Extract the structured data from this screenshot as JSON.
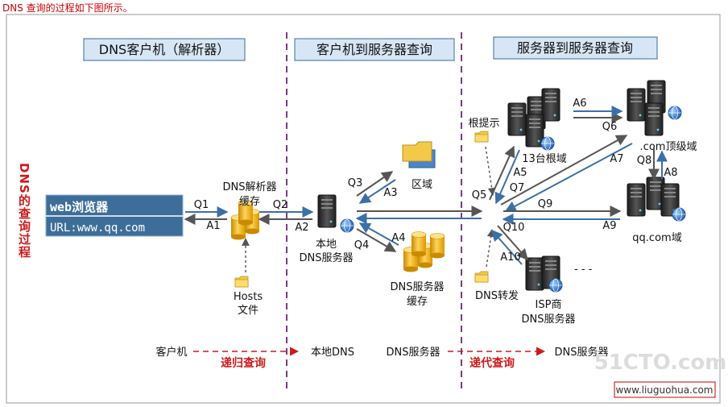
{
  "caption": "DNS 查询的过程如下图所示。",
  "headers": {
    "client": "DNS客户机（解析器）",
    "client_to_server": "客户机到服务器查询",
    "server_to_server": "服务器到服务器查询"
  },
  "side_title": "DNS的查询过程",
  "browser": {
    "title": "web浏览器",
    "url": "URL:www.qq.com"
  },
  "nodes": {
    "resolver_cache_1": "DNS解析器",
    "resolver_cache_2": "缓存",
    "hosts_1": "Hosts",
    "hosts_2": "文件",
    "local_dns_1": "本地",
    "local_dns_2": "DNS服务器",
    "zone": "区域",
    "dns_cache_1": "DNS服务器",
    "dns_cache_2": "缓存",
    "root_hints": "根提示",
    "root_domains": "13台根域",
    "com_domain": ".com顶级域",
    "qq_domain": "qq.com域",
    "dns_forward": "DNS转发",
    "isp_1": "ISP商",
    "isp_2": "DNS服务器",
    "isp_more": "- - -"
  },
  "edges": {
    "q1": "Q1",
    "a1": "A1",
    "q2": "Q2",
    "a2": "A2",
    "q3": "Q3",
    "a3": "A3",
    "q4": "Q4",
    "a4": "A4",
    "q5": "Q5",
    "a5": "A5",
    "q6": "Q6",
    "a6": "A6",
    "q7": "Q7",
    "a7": "A7",
    "q8": "Q8",
    "a8": "A8",
    "q9": "Q9",
    "a9": "A9",
    "q10": "Q10",
    "a10": "A10"
  },
  "bottom": {
    "client": "客户机",
    "recursive": "递归查询",
    "local_dns": "本地DNS",
    "dns_server_1": "DNS服务器",
    "iterative": "递代查询",
    "dns_server_2": "DNS服务器"
  },
  "watermark": {
    "brand": "51CTO.com",
    "url": "www.liuguohua.com"
  },
  "colors": {
    "caption": "#cc0000",
    "header_bg": "#d7e6f4",
    "header_border": "#3a6a9b",
    "divider": "#7a3a8a",
    "browser_bg": "#3d6e99",
    "arrow_blue": "#3b6fa8",
    "arrow_dark": "#555555",
    "accent_red": "#cc1a1a"
  }
}
